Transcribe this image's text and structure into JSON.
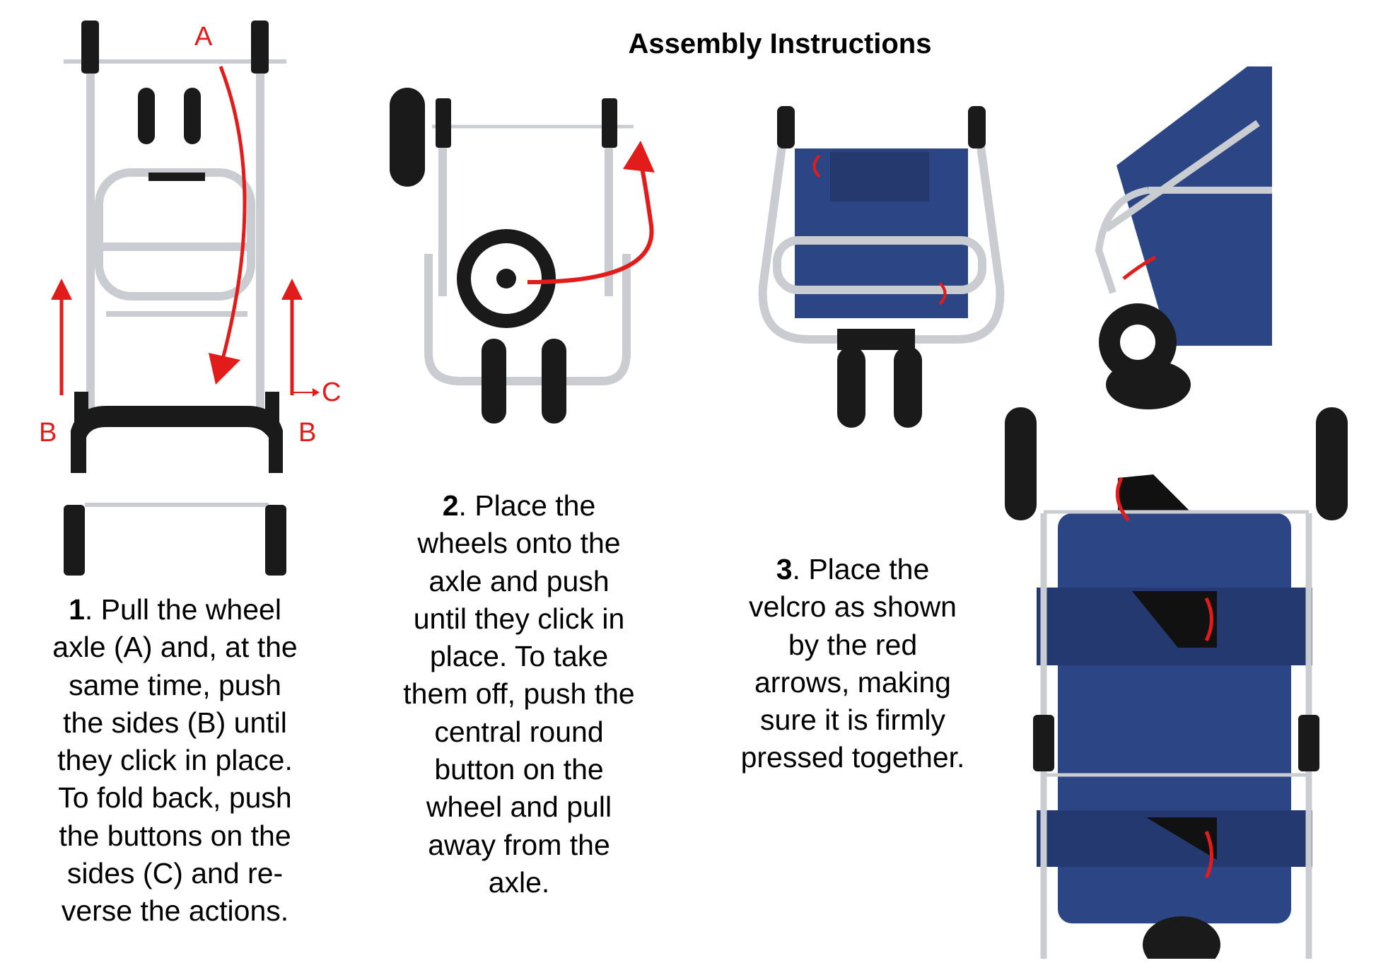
{
  "title": "Assembly Instructions",
  "figure_labels": {
    "a": "A",
    "b_left": "B",
    "b_right": "B",
    "c": "C"
  },
  "colors": {
    "arrow": "#e21b1b",
    "bag": "#2b4585",
    "frame": "#c9ccd0",
    "plastic": "#1a1a1a"
  },
  "steps": [
    {
      "number": "1",
      "first": ". Pull the wheel",
      "lines": [
        "axle (A) and, at the",
        "same time, push",
        "the sides (B) until",
        "they click in place.",
        "To fold back, push",
        "the buttons on the",
        "sides (C) and re-",
        "verse the actions."
      ]
    },
    {
      "number": "2",
      "first": ". Place the",
      "lines": [
        "wheels onto the",
        "axle and push",
        "until they click in",
        "place. To take",
        "them off, push the",
        "central round",
        "button on the",
        "wheel and pull",
        "away from the",
        "axle."
      ]
    },
    {
      "number": "3",
      "first": ". Place the",
      "lines": [
        "velcro as shown",
        "by the red",
        "arrows, making",
        "sure it is firmly",
        "pressed together."
      ]
    }
  ]
}
